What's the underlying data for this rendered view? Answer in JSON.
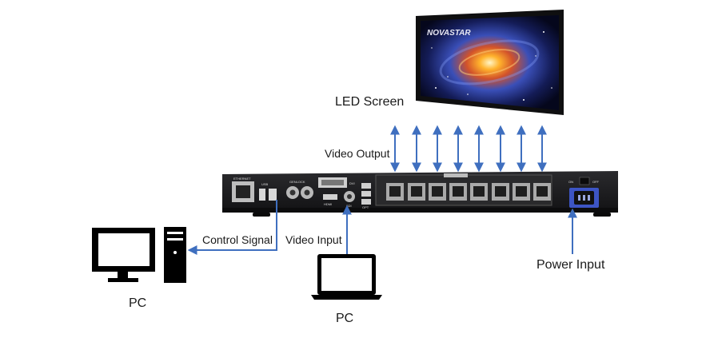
{
  "labels": {
    "led_screen": "LED Screen",
    "video_output": "Video Output",
    "control_signal": "Control Signal",
    "video_input": "Video Input",
    "power_input": "Power Input",
    "pc_desktop": "PC",
    "pc_laptop": "PC"
  },
  "screen": {
    "brand_text": "NOVASTAR"
  },
  "device": {
    "ethernet_label": "ETHERNET",
    "genlock_label": "GENLOCK",
    "usb_label": "USB",
    "dvi_label": "DVI",
    "hdmi_label": "HDMI",
    "sdi_label": "SDI",
    "opt_label": "OPT",
    "on_label": "ON",
    "off_label": "OFF",
    "output_port_count": 8
  },
  "colors": {
    "arrow": "#3f6fbf",
    "device_body": "#1b1b1d",
    "screen_frame": "#0f0f10",
    "pc_icon": "#000000"
  }
}
